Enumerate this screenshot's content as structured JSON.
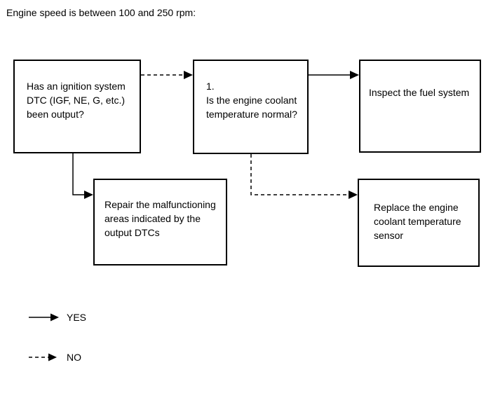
{
  "title": "Engine speed is between 100 and 250 rpm:",
  "flowchart": {
    "boxes": [
      {
        "id": "ignition-dtc-question",
        "text": "Has an ignition system\nDTC (IGF, NE, G, etc.)\nbeen output?"
      },
      {
        "id": "coolant-temp-question",
        "text": "1.\nIs the engine coolant\ntemperature normal?"
      },
      {
        "id": "inspect-fuel-system",
        "text": "Inspect the fuel system"
      },
      {
        "id": "repair-malfunctioning-areas",
        "text": "Repair the malfunctioning\nareas indicated by the\noutput DTCs"
      },
      {
        "id": "replace-coolant-sensor",
        "text": "Replace the engine\ncoolant temperature\nsensor"
      }
    ],
    "connections": [
      {
        "from": "ignition-dtc-question",
        "to": "coolant-temp-question",
        "style": "dashed",
        "meaning": "NO"
      },
      {
        "from": "coolant-temp-question",
        "to": "inspect-fuel-system",
        "style": "solid",
        "meaning": "YES"
      },
      {
        "from": "ignition-dtc-question",
        "to": "repair-malfunctioning-areas",
        "style": "solid",
        "meaning": "YES"
      },
      {
        "from": "coolant-temp-question",
        "to": "replace-coolant-sensor",
        "style": "dashed",
        "meaning": "NO"
      }
    ]
  },
  "legend": {
    "items": [
      {
        "style": "solid",
        "label": "YES"
      },
      {
        "style": "dashed",
        "label": "NO"
      }
    ]
  },
  "colors": {
    "line": "#000000",
    "text": "#000000",
    "background": "#ffffff"
  }
}
